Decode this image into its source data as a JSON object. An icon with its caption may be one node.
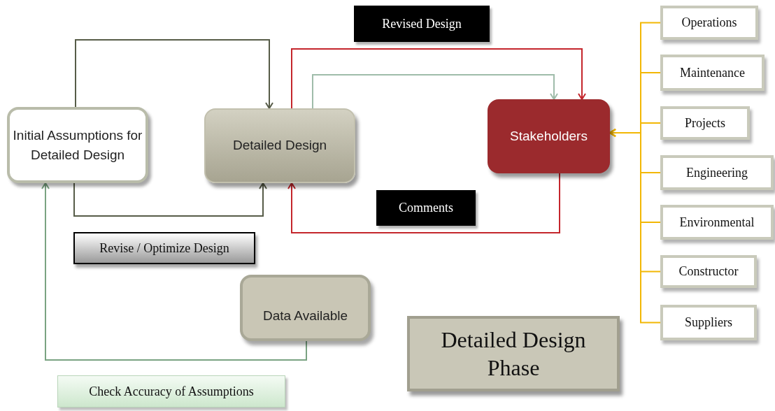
{
  "diagram": {
    "nodes": [
      {
        "text": [
          "Initial Assumptions for Detailed Design"
        ]
      },
      {
        "text": [
          "Detailed Design"
        ]
      },
      {
        "text": [
          "Stakeholders"
        ]
      },
      {
        "text": [
          "Revised Design"
        ]
      },
      {
        "text": [
          "Comments"
        ]
      },
      {
        "text": [
          "Revise / Optimize Design"
        ]
      },
      {
        "text": [
          "Data Available"
        ]
      },
      {
        "text": [
          "Check Accuracy of Assumptions"
        ]
      },
      {
        "text": [
          "Detailed Design Phase"
        ]
      },
      {
        "text": [
          "Operations"
        ]
      },
      {
        "text": [
          "Maintenance"
        ]
      },
      {
        "text": [
          "Projects"
        ]
      },
      {
        "text": [
          "Engineering"
        ]
      },
      {
        "text": [
          "Environmental"
        ]
      },
      {
        "text": [
          "Constructor"
        ]
      },
      {
        "text": [
          "Suppliers"
        ]
      }
    ],
    "edges": [
      {
        "from": 0,
        "to": 1,
        "arrow": "to",
        "color": "#575c48"
      },
      {
        "from": 0,
        "to": 1,
        "arrow": "to",
        "color": "#575c48"
      },
      {
        "from": 1,
        "to": 2,
        "arrow": "to",
        "color": "#c4262c"
      },
      {
        "from": 1,
        "to": 2,
        "arrow": "to",
        "color": "#9fbcaa"
      },
      {
        "from": 2,
        "to": 1,
        "arrow": "to",
        "color": "#c4262c"
      },
      {
        "from": 6,
        "to": 0,
        "arrow": "to",
        "color": "#7aa382"
      },
      {
        "from": 9,
        "to": 2,
        "arrow": "to"
      },
      {
        "from": 10,
        "to": 2,
        "arrow": "to"
      },
      {
        "from": 11,
        "to": 2,
        "arrow": "to"
      },
      {
        "from": 12,
        "to": 2,
        "arrow": "to"
      },
      {
        "from": 13,
        "to": 2,
        "arrow": "to"
      },
      {
        "from": 14,
        "to": 2,
        "arrow": "to"
      },
      {
        "from": 15,
        "to": 2,
        "arrow": "to"
      }
    ]
  }
}
